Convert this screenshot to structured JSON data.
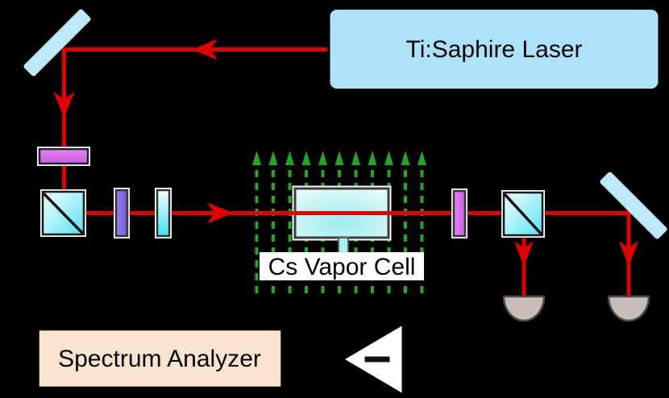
{
  "labels": {
    "laser": "Ti:Saphire Laser",
    "vapor_cell": "Cs Vapor Cell",
    "spectrum_analyzer": "Spectrum Analyzer"
  },
  "colors": {
    "background": "#000000",
    "beam_red": "#E00000",
    "field_green": "#25A525",
    "laser_box_fill": "#ADE2FB",
    "mirror_fill": "#BEE8FB",
    "cube_cyan": "#45E0F0",
    "waveplate_magenta": "#D25FE6",
    "waveplate_violet": "#7857DF",
    "plate_cyan": "#35E2F1",
    "cell_fill": "#BFF2F2",
    "detector_fill": "#C8BEB7",
    "analyzer_fill": "#FBE4CE",
    "amplifier_fill": "#FFFFFF",
    "text": "#000000"
  },
  "field_arrows": {
    "count": 11
  },
  "components": [
    "ti-saphire-laser",
    "turning-mirror-left",
    "waveplate-horizontal",
    "beamsplitter-cube-left",
    "waveplate-violet",
    "plate-cyan",
    "magnetic-field-arrows",
    "cs-vapor-cell",
    "waveplate-magenta-right",
    "beamsplitter-cube-right",
    "turning-mirror-right",
    "photodetector-left",
    "photodetector-right",
    "difference-amplifier",
    "spectrum-analyzer"
  ]
}
